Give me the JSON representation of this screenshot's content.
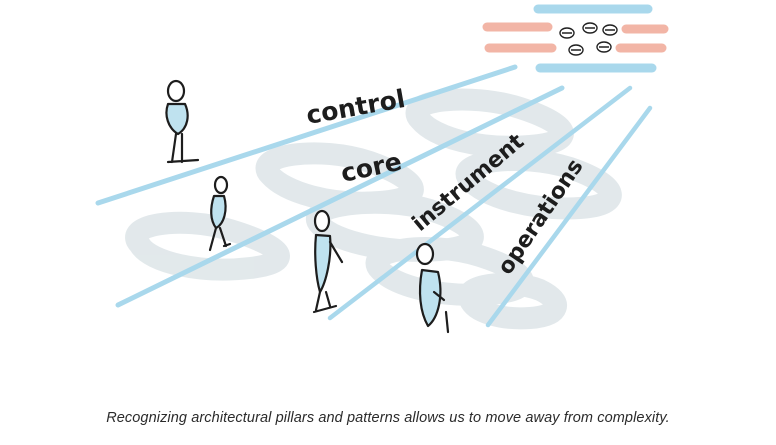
{
  "pillars": {
    "control": "control",
    "core": "core",
    "instrument": "instrument",
    "operations": "operations"
  },
  "caption": "Recognizing architectural pillars and patterns allows us to move away from complexity.",
  "colors": {
    "rail_blue": "#a9d8ec",
    "fog_gray": "#dde5e8",
    "figure_fill": "#bfe2ef",
    "ink": "#1d1d1d",
    "bar_red": "#f2b5a6",
    "bar_blue": "#a9d8ec"
  },
  "icons": [
    "person-icon",
    "people-cluster-icon"
  ]
}
